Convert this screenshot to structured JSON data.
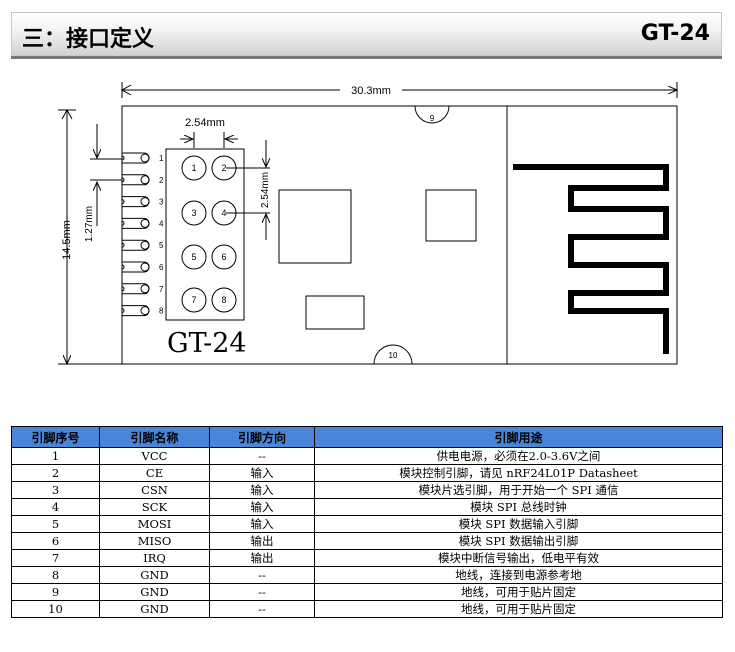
{
  "header": {
    "title": "三：接口定义",
    "model": "GT-24"
  },
  "diagram": {
    "dim_width": "30.3mm",
    "dim_height": "14.5mm",
    "dim_pitch_h": "2.54mm",
    "dim_pitch_v": "2.54mm",
    "dim_edge_pitch": "1.27mm",
    "board_label": "GT-24",
    "header_pins": [
      "1",
      "2",
      "3",
      "4",
      "5",
      "6",
      "7",
      "8"
    ],
    "edge_pins": [
      "1",
      "2",
      "3",
      "4",
      "5",
      "6",
      "7",
      "8"
    ],
    "hole_labels": [
      "9",
      "10"
    ]
  },
  "table": {
    "headers": [
      "引脚序号",
      "引脚名称",
      "引脚方向",
      "引脚用途"
    ],
    "rows": [
      [
        "1",
        "VCC",
        "--",
        "供电电源，必须在2.0-3.6V之间"
      ],
      [
        "2",
        "CE",
        "输入",
        "模块控制引脚，请见 nRF24L01P Datasheet"
      ],
      [
        "3",
        "CSN",
        "输入",
        "模块片选引脚，用于开始一个 SPI 通信"
      ],
      [
        "4",
        "SCK",
        "输入",
        "模块 SPI 总线时钟"
      ],
      [
        "5",
        "MOSI",
        "输入",
        "模块 SPI 数据输入引脚"
      ],
      [
        "6",
        "MISO",
        "输出",
        "模块 SPI 数据输出引脚"
      ],
      [
        "7",
        "IRQ",
        "输出",
        "模块中断信号输出，低电平有效"
      ],
      [
        "8",
        "GND",
        "--",
        "地线，连接到电源参考地"
      ],
      [
        "9",
        "GND",
        "--",
        "地线，可用于贴片固定"
      ],
      [
        "10",
        "GND",
        "--",
        "地线，可用于贴片固定"
      ]
    ]
  }
}
